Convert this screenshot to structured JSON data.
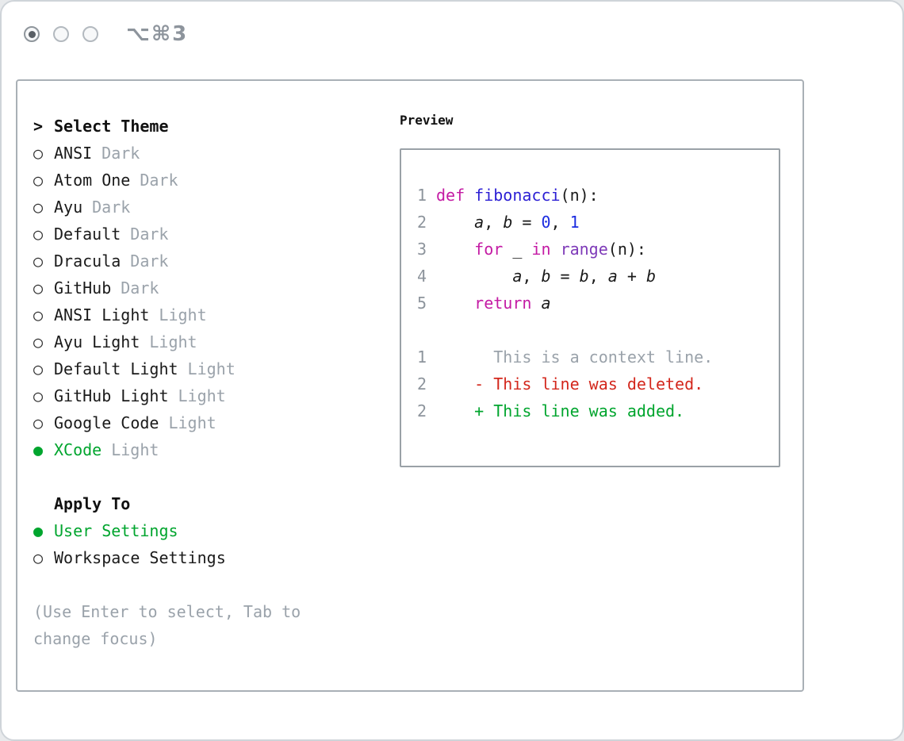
{
  "titlebar": {
    "shortcut": "⌥⌘3"
  },
  "theme_selector": {
    "prompt": ">",
    "title": "Select Theme",
    "items": [
      {
        "name": "ANSI",
        "variant": "Dark",
        "selected": false
      },
      {
        "name": "Atom One",
        "variant": "Dark",
        "selected": false
      },
      {
        "name": "Ayu",
        "variant": "Dark",
        "selected": false
      },
      {
        "name": "Default",
        "variant": "Dark",
        "selected": false
      },
      {
        "name": "Dracula",
        "variant": "Dark",
        "selected": false
      },
      {
        "name": "GitHub",
        "variant": "Dark",
        "selected": false
      },
      {
        "name": "ANSI Light",
        "variant": "Light",
        "selected": false
      },
      {
        "name": "Ayu Light",
        "variant": "Light",
        "selected": false
      },
      {
        "name": "Default Light",
        "variant": "Light",
        "selected": false
      },
      {
        "name": "GitHub Light",
        "variant": "Light",
        "selected": false
      },
      {
        "name": "Google Code",
        "variant": "Light",
        "selected": false
      },
      {
        "name": "XCode",
        "variant": "Light",
        "selected": true
      }
    ]
  },
  "apply_to": {
    "title": "Apply To",
    "options": [
      {
        "label": "User Settings",
        "selected": true
      },
      {
        "label": "Workspace Settings",
        "selected": false
      }
    ]
  },
  "hint": "(Use Enter to select, Tab to change focus)",
  "preview": {
    "title": "Preview",
    "code_lines": [
      {
        "num": "1",
        "tokens": [
          {
            "t": "def",
            "c": "kw"
          },
          {
            "t": " "
          },
          {
            "t": "fibonacci",
            "c": "fn"
          },
          {
            "t": "(n):"
          }
        ]
      },
      {
        "num": "2",
        "tokens": [
          {
            "t": "    "
          },
          {
            "t": "a",
            "c": "var"
          },
          {
            "t": ", "
          },
          {
            "t": "b",
            "c": "var"
          },
          {
            "t": " = "
          },
          {
            "t": "0",
            "c": "num"
          },
          {
            "t": ", "
          },
          {
            "t": "1",
            "c": "num"
          }
        ]
      },
      {
        "num": "3",
        "tokens": [
          {
            "t": "    "
          },
          {
            "t": "for",
            "c": "kw"
          },
          {
            "t": " _ "
          },
          {
            "t": "in",
            "c": "kw"
          },
          {
            "t": " "
          },
          {
            "t": "range",
            "c": "type"
          },
          {
            "t": "(n):"
          }
        ]
      },
      {
        "num": "4",
        "tokens": [
          {
            "t": "        "
          },
          {
            "t": "a",
            "c": "var"
          },
          {
            "t": ", "
          },
          {
            "t": "b",
            "c": "var"
          },
          {
            "t": " = "
          },
          {
            "t": "b",
            "c": "var"
          },
          {
            "t": ", "
          },
          {
            "t": "a",
            "c": "var"
          },
          {
            "t": " + "
          },
          {
            "t": "b",
            "c": "var"
          }
        ]
      },
      {
        "num": "5",
        "tokens": [
          {
            "t": "    "
          },
          {
            "t": "return",
            "c": "kw"
          },
          {
            "t": " "
          },
          {
            "t": "a",
            "c": "var"
          }
        ]
      }
    ],
    "diff_lines": [
      {
        "num": "1",
        "sign": " ",
        "text": "This is a context line.",
        "kind": "context"
      },
      {
        "num": "2",
        "sign": "-",
        "text": "This line was deleted.",
        "kind": "deleted"
      },
      {
        "num": "2",
        "sign": "+",
        "text": "This line was added.",
        "kind": "added"
      }
    ]
  },
  "colors": {
    "text": "#1a1a1a",
    "accent_green": "#00a52e",
    "keyword": "#c41ba4",
    "function_name": "#2c1fd4",
    "number": "#1c2ce0",
    "type_name": "#7e3ab8",
    "diff_red": "#d3271c",
    "secondary_gray": "#9aa2aa",
    "line_number_gray": "#8d949c"
  }
}
